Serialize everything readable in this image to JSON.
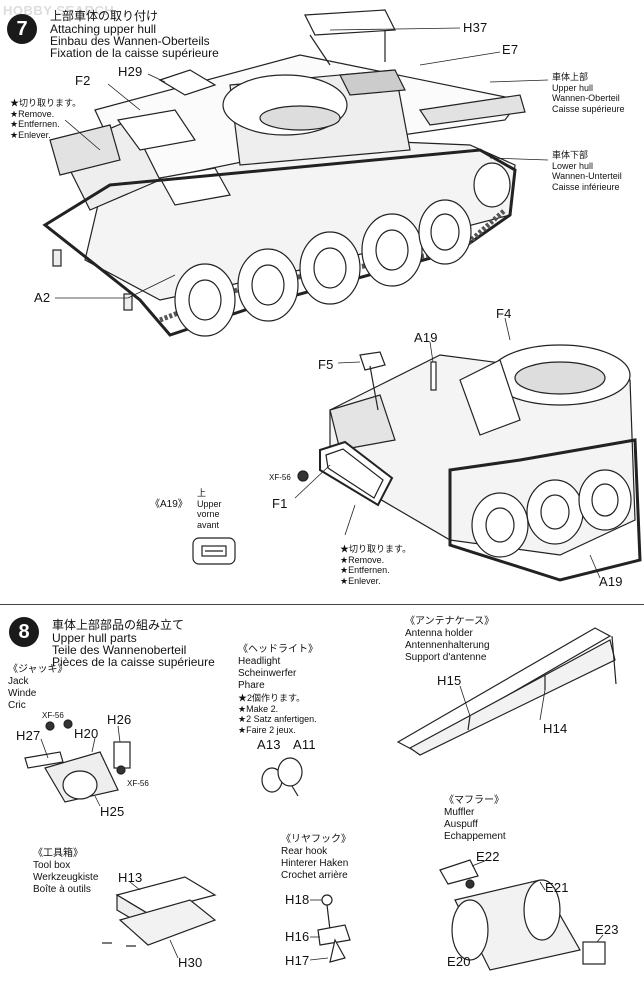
{
  "watermark": "HOBBY SEARCH",
  "step7": {
    "number": "7",
    "title_jp": "上部車体の取り付け",
    "title_en": "Attaching upper hull",
    "title_de": "Einbau des Wannen-Oberteils",
    "title_fr": "Fixation de la caisse supérieure",
    "parts": {
      "h37": "H37",
      "e7": "E7",
      "f2": "F2",
      "h29": "H29",
      "a2": "A2",
      "f4": "F4",
      "a19_top": "A19",
      "f5": "F5",
      "f1": "F1",
      "a19_bottom": "A19"
    },
    "remove_note_1": [
      "★切り取ります。",
      "★Remove.",
      "★Entfernen.",
      "★Enlever."
    ],
    "remove_note_2": [
      "★切り取ります。",
      "★Remove.",
      "★Entfernen.",
      "★Enlever."
    ],
    "upper_hull": [
      "車体上部",
      "Upper hull",
      "Wannen-Oberteil",
      "Caisse supérieure"
    ],
    "lower_hull": [
      "車体下部",
      "Lower hull",
      "Wannen-Unterteil",
      "Caisse inférieure"
    ],
    "xf56": "XF-56",
    "a19_detail_label": "《A19》",
    "a19_detail_text": [
      "上",
      "Upper",
      "vorne",
      "avant"
    ]
  },
  "step8": {
    "number": "8",
    "title_jp": "車体上部部品の組み立て",
    "title_en": "Upper hull parts",
    "title_de": "Teile des Wannenoberteil",
    "title_fr": "Pièces de la caisse supérieure",
    "jack": {
      "heading": "《ジャッキ》",
      "lines": [
        "Jack",
        "Winde",
        "Cric"
      ],
      "parts": [
        "H27",
        "H20",
        "H26",
        "H25"
      ],
      "xf56_a": "XF-56",
      "xf56_b": "XF-56"
    },
    "headlight": {
      "heading": "《ヘッドライト》",
      "lines": [
        "Headlight",
        "Scheinwerfer",
        "Phare"
      ],
      "note": [
        "★2個作ります。",
        "★Make 2.",
        "★2 Satz anfertigen.",
        "★Faire 2 jeux."
      ],
      "parts": [
        "A13",
        "A11"
      ]
    },
    "antenna": {
      "heading": "《アンテナケース》",
      "lines": [
        "Antenna holder",
        "Antennenhalterung",
        "Support d'antenne"
      ],
      "parts": [
        "H15",
        "H14"
      ]
    },
    "muffler": {
      "heading": "《マフラー》",
      "lines": [
        "Muffler",
        "Auspuff",
        "Echappement"
      ],
      "parts": [
        "E22",
        "E21",
        "E23",
        "E20"
      ]
    },
    "toolbox": {
      "heading": "《工具箱》",
      "lines": [
        "Tool box",
        "Werkzeugkiste",
        "Boîte à outils"
      ],
      "parts": [
        "H13",
        "H30"
      ]
    },
    "rearhook": {
      "heading": "《リヤフック》",
      "lines": [
        "Rear hook",
        "Hinterer Haken",
        "Crochet arrière"
      ],
      "parts": [
        "H18",
        "H16",
        "H17"
      ]
    }
  }
}
